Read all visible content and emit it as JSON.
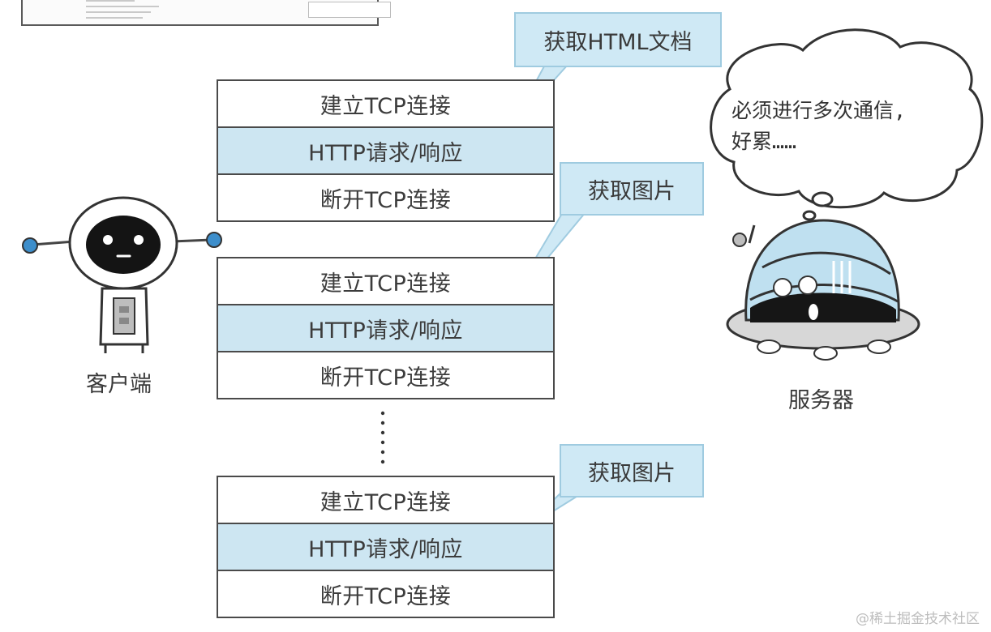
{
  "stacks": [
    {
      "establish": "建立TCP连接",
      "request": "HTTP请求/响应",
      "disconnect": "断开TCP连接",
      "callout": "获取HTML文档"
    },
    {
      "establish": "建立TCP连接",
      "request": "HTTP请求/响应",
      "disconnect": "断开TCP连接",
      "callout": "获取图片"
    },
    {
      "establish": "建立TCP连接",
      "request": "HTTP请求/响应",
      "disconnect": "断开TCP连接",
      "callout": "获取图片"
    }
  ],
  "client_label": "客户端",
  "server_label": "服务器",
  "server_thought": {
    "line1": "必须进行多次通信,",
    "line2": "好累……"
  },
  "watermark": "@稀土掘金技术社区",
  "colors": {
    "highlight_row": "#cde6f2",
    "callout_fill": "#cfe9f5",
    "outline": "#4a4a4a"
  }
}
